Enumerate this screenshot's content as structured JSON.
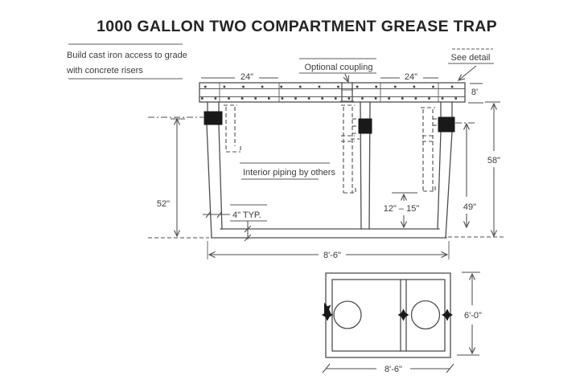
{
  "title": "1000 GALLON TWO COMPARTMENT GREASE TRAP",
  "labels": {
    "access_line1": "Build cast iron access to grade",
    "access_line2": "with concrete risers",
    "optional_coupling": "Optional coupling",
    "see_detail": "See detail",
    "interior_piping": "Interior piping by others"
  },
  "dimensions": {
    "left_cover": "24\"",
    "right_cover": "24\"",
    "slab_thickness": "8'",
    "inlet_depth": "52\"",
    "wall_thickness": "4\" TYP.",
    "outlet_pipe_drop": "12\" – 15\"",
    "outlet_depth": "49\"",
    "overall_depth": "58\"",
    "section_length": "8'-6\"",
    "plan_width": "6'-0\"",
    "plan_length": "8'-6\""
  },
  "colors": {
    "line": "#4d4d4d",
    "text": "#3b3b3b",
    "fitting_fill": "#191919",
    "background": "#ffffff"
  }
}
